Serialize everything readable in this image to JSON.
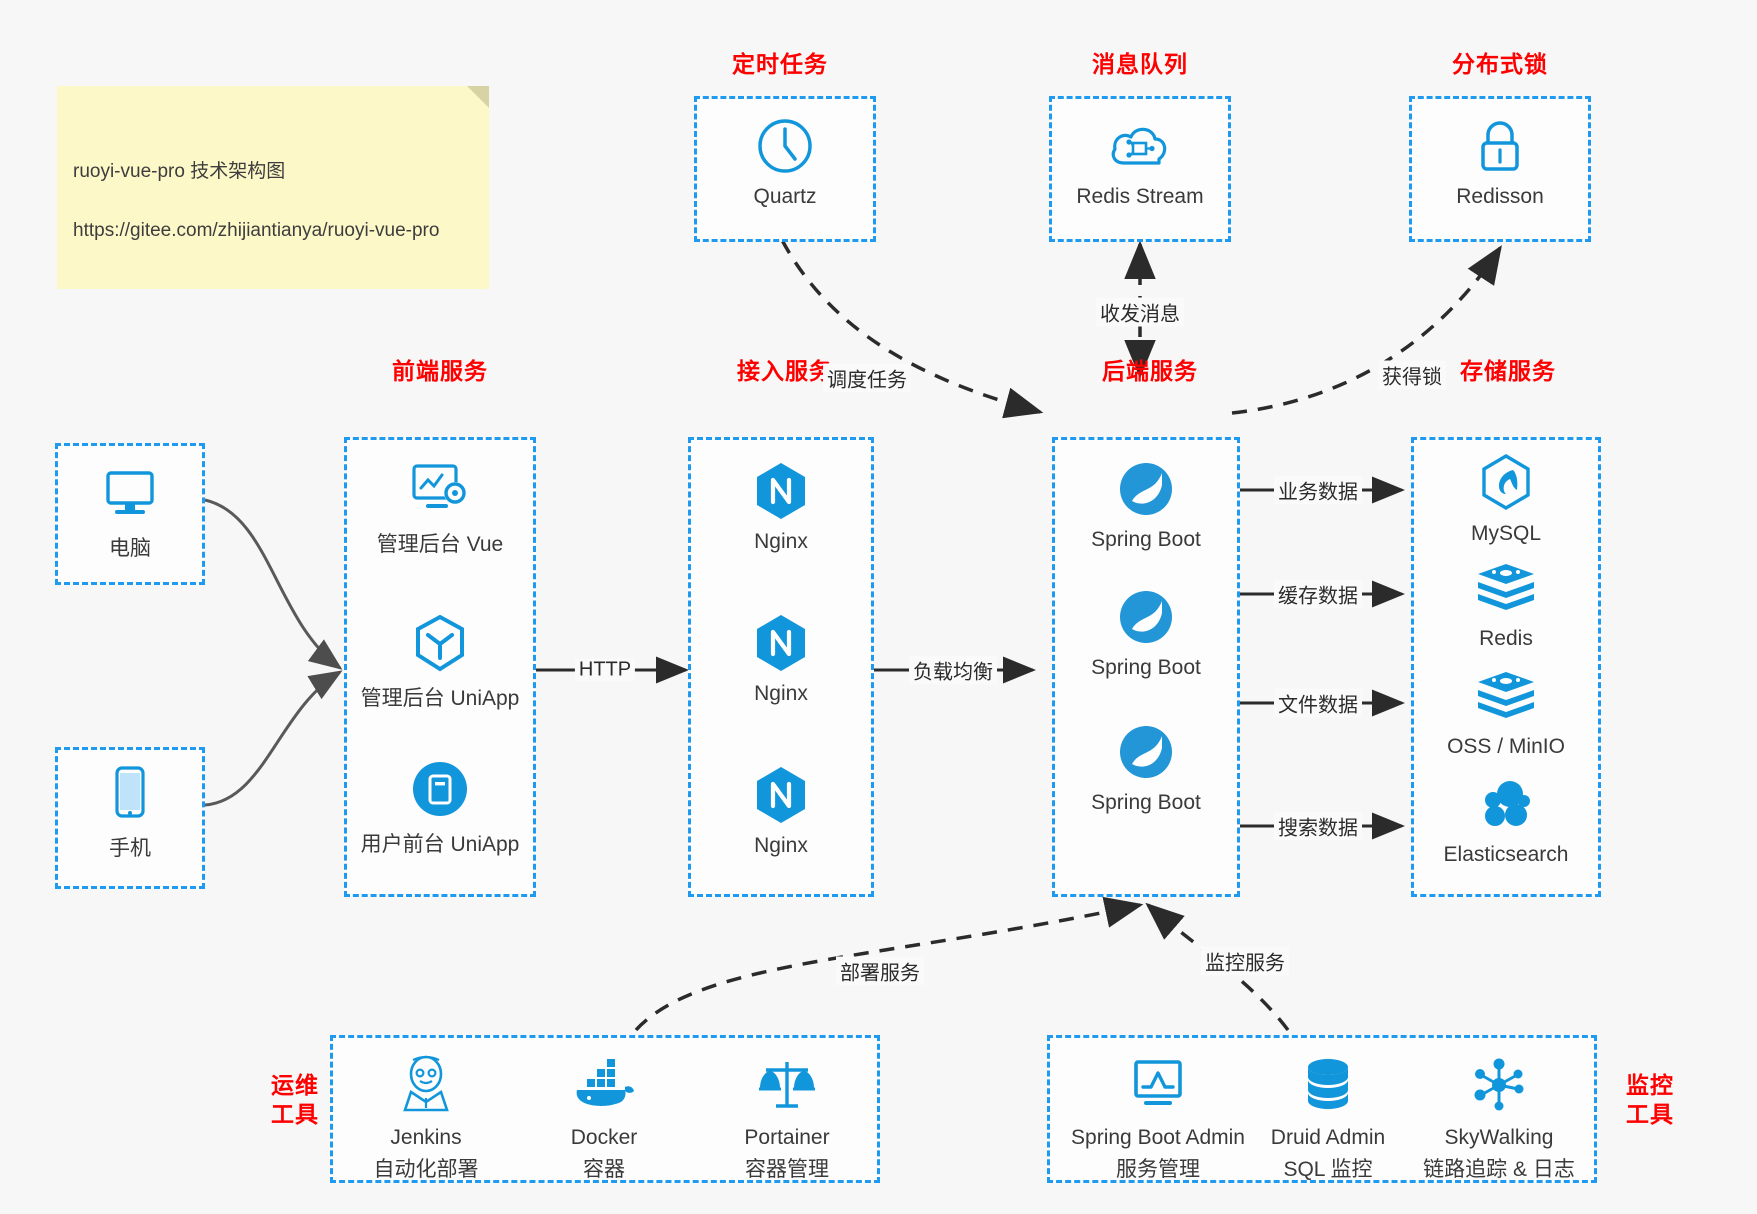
{
  "note": {
    "name": "architecture-note",
    "line1": "ruoyi-vue-pro 技术架构图",
    "line2": "https://gitee.com/zhijiantianya/ruoyi-vue-pro"
  },
  "colors": {
    "accent": "#1e9bf0",
    "title": "#ff0000",
    "icon": "#1296db",
    "text": "#3a3a3a",
    "background": "#f7f7f7",
    "note_bg": "#fdf8c8",
    "edge": "#4d4d4d"
  },
  "groups": {
    "scheduled_task": {
      "title": "定时任务",
      "nodes": [
        {
          "label": "Quartz",
          "icon": "clock-icon"
        }
      ]
    },
    "message_queue": {
      "title": "消息队列",
      "nodes": [
        {
          "label": "Redis Stream",
          "icon": "cloud-stream-icon"
        }
      ]
    },
    "distributed_lock": {
      "title": "分布式锁",
      "nodes": [
        {
          "label": "Redisson",
          "icon": "lock-icon"
        }
      ]
    },
    "client_pc": {
      "title": "",
      "nodes": [
        {
          "label": "电脑",
          "icon": "desktop-icon"
        }
      ]
    },
    "client_mobile": {
      "title": "",
      "nodes": [
        {
          "label": "手机",
          "icon": "phone-icon"
        }
      ]
    },
    "frontend": {
      "title": "前端服务",
      "nodes": [
        {
          "label": "管理后台 Vue",
          "icon": "dashboard-gear-icon"
        },
        {
          "label": "管理后台 UniApp",
          "icon": "hexagon-y-icon"
        },
        {
          "label": "用户前台 UniApp",
          "icon": "app-circle-icon"
        }
      ]
    },
    "gateway": {
      "title": "接入服务",
      "nodes": [
        {
          "label": "Nginx",
          "icon": "nginx-icon"
        },
        {
          "label": "Nginx",
          "icon": "nginx-icon"
        },
        {
          "label": "Nginx",
          "icon": "nginx-icon"
        }
      ]
    },
    "backend": {
      "title": "后端服务",
      "nodes": [
        {
          "label": "Spring Boot",
          "icon": "spring-leaf-icon"
        },
        {
          "label": "Spring Boot",
          "icon": "spring-leaf-icon"
        },
        {
          "label": "Spring Boot",
          "icon": "spring-leaf-icon"
        }
      ]
    },
    "storage": {
      "title": "存储服务",
      "nodes": [
        {
          "label": "MySQL",
          "icon": "mysql-dolphin-icon"
        },
        {
          "label": "Redis",
          "icon": "redis-stack-icon"
        },
        {
          "label": "OSS / MinIO",
          "icon": "redis-stack-icon"
        },
        {
          "label": "Elasticsearch",
          "icon": "elasticsearch-icon"
        }
      ]
    },
    "devops": {
      "title": "运维\n工具",
      "title_lines": [
        "运维",
        "工具"
      ],
      "nodes": [
        {
          "label": "Jenkins",
          "sub": "自动化部署",
          "icon": "jenkins-butler-icon"
        },
        {
          "label": "Docker",
          "sub": "容器",
          "icon": "docker-whale-icon"
        },
        {
          "label": "Portainer",
          "sub": "容器管理",
          "icon": "scales-icon"
        }
      ]
    },
    "monitor": {
      "title": "监控\n工具",
      "title_lines": [
        "监控",
        "工具"
      ],
      "nodes": [
        {
          "label": "Spring Boot Admin",
          "sub": "服务管理",
          "icon": "monitor-chart-icon"
        },
        {
          "label": "Druid Admin",
          "sub": "SQL 监控",
          "icon": "database-icon"
        },
        {
          "label": "SkyWalking",
          "sub": "链路追踪 & 日志",
          "icon": "skywalking-node-icon"
        }
      ]
    }
  },
  "edges": [
    {
      "label": "调度任务",
      "from": "scheduled_task",
      "to": "backend"
    },
    {
      "label": "收发消息",
      "from": "message_queue",
      "to": "backend"
    },
    {
      "label": "获得锁",
      "from": "backend",
      "to": "distributed_lock"
    },
    {
      "label": "HTTP",
      "from": "frontend",
      "to": "gateway"
    },
    {
      "label": "负载均衡",
      "from": "gateway",
      "to": "backend"
    },
    {
      "label": "业务数据",
      "from": "backend",
      "to": "storage.mysql"
    },
    {
      "label": "缓存数据",
      "from": "backend",
      "to": "storage.redis"
    },
    {
      "label": "文件数据",
      "from": "backend",
      "to": "storage.oss"
    },
    {
      "label": "搜索数据",
      "from": "backend",
      "to": "storage.elasticsearch"
    },
    {
      "label": "部署服务",
      "from": "devops",
      "to": "backend"
    },
    {
      "label": "监控服务",
      "from": "monitor",
      "to": "backend"
    }
  ]
}
